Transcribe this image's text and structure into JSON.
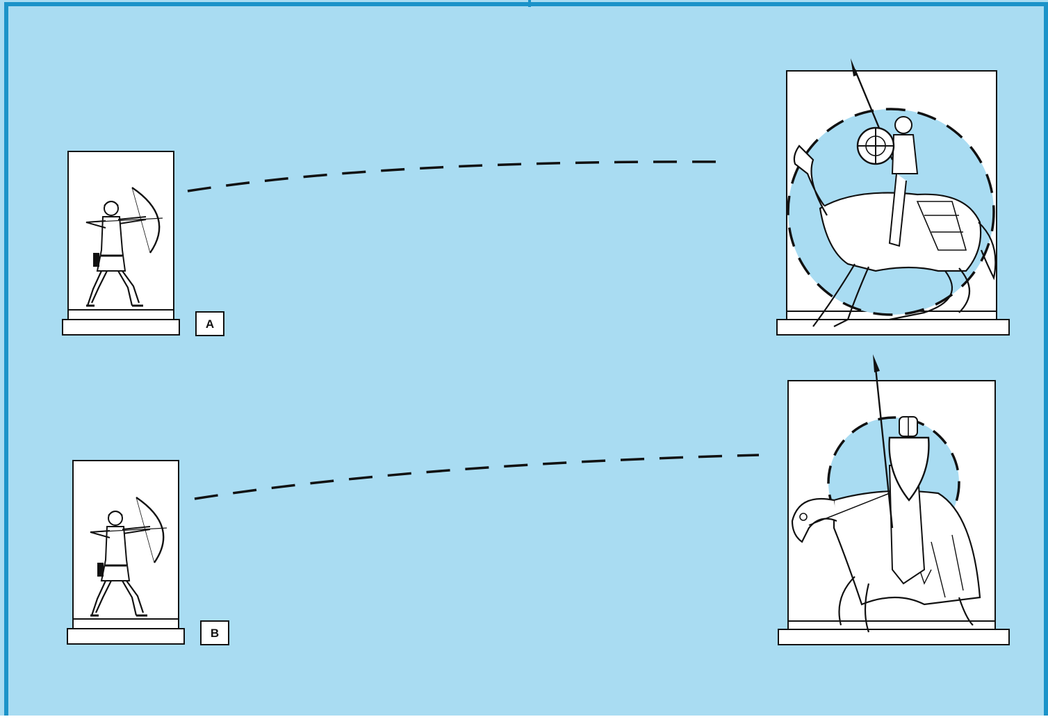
{
  "colors": {
    "panel": "#a9dcf2",
    "panel_border": "#1b93c9",
    "ink": "#111111",
    "card": "#ffffff",
    "target_zone": "#a9dcf2"
  },
  "scenarios": [
    {
      "label": "A",
      "archer": "archer-icon",
      "target": "mounted-knight-round-shield-icon",
      "target_zone": "circle"
    },
    {
      "label": "B",
      "archer": "archer-icon",
      "target": "mounted-knight-kite-shield-icon",
      "target_zone": "circle"
    }
  ]
}
